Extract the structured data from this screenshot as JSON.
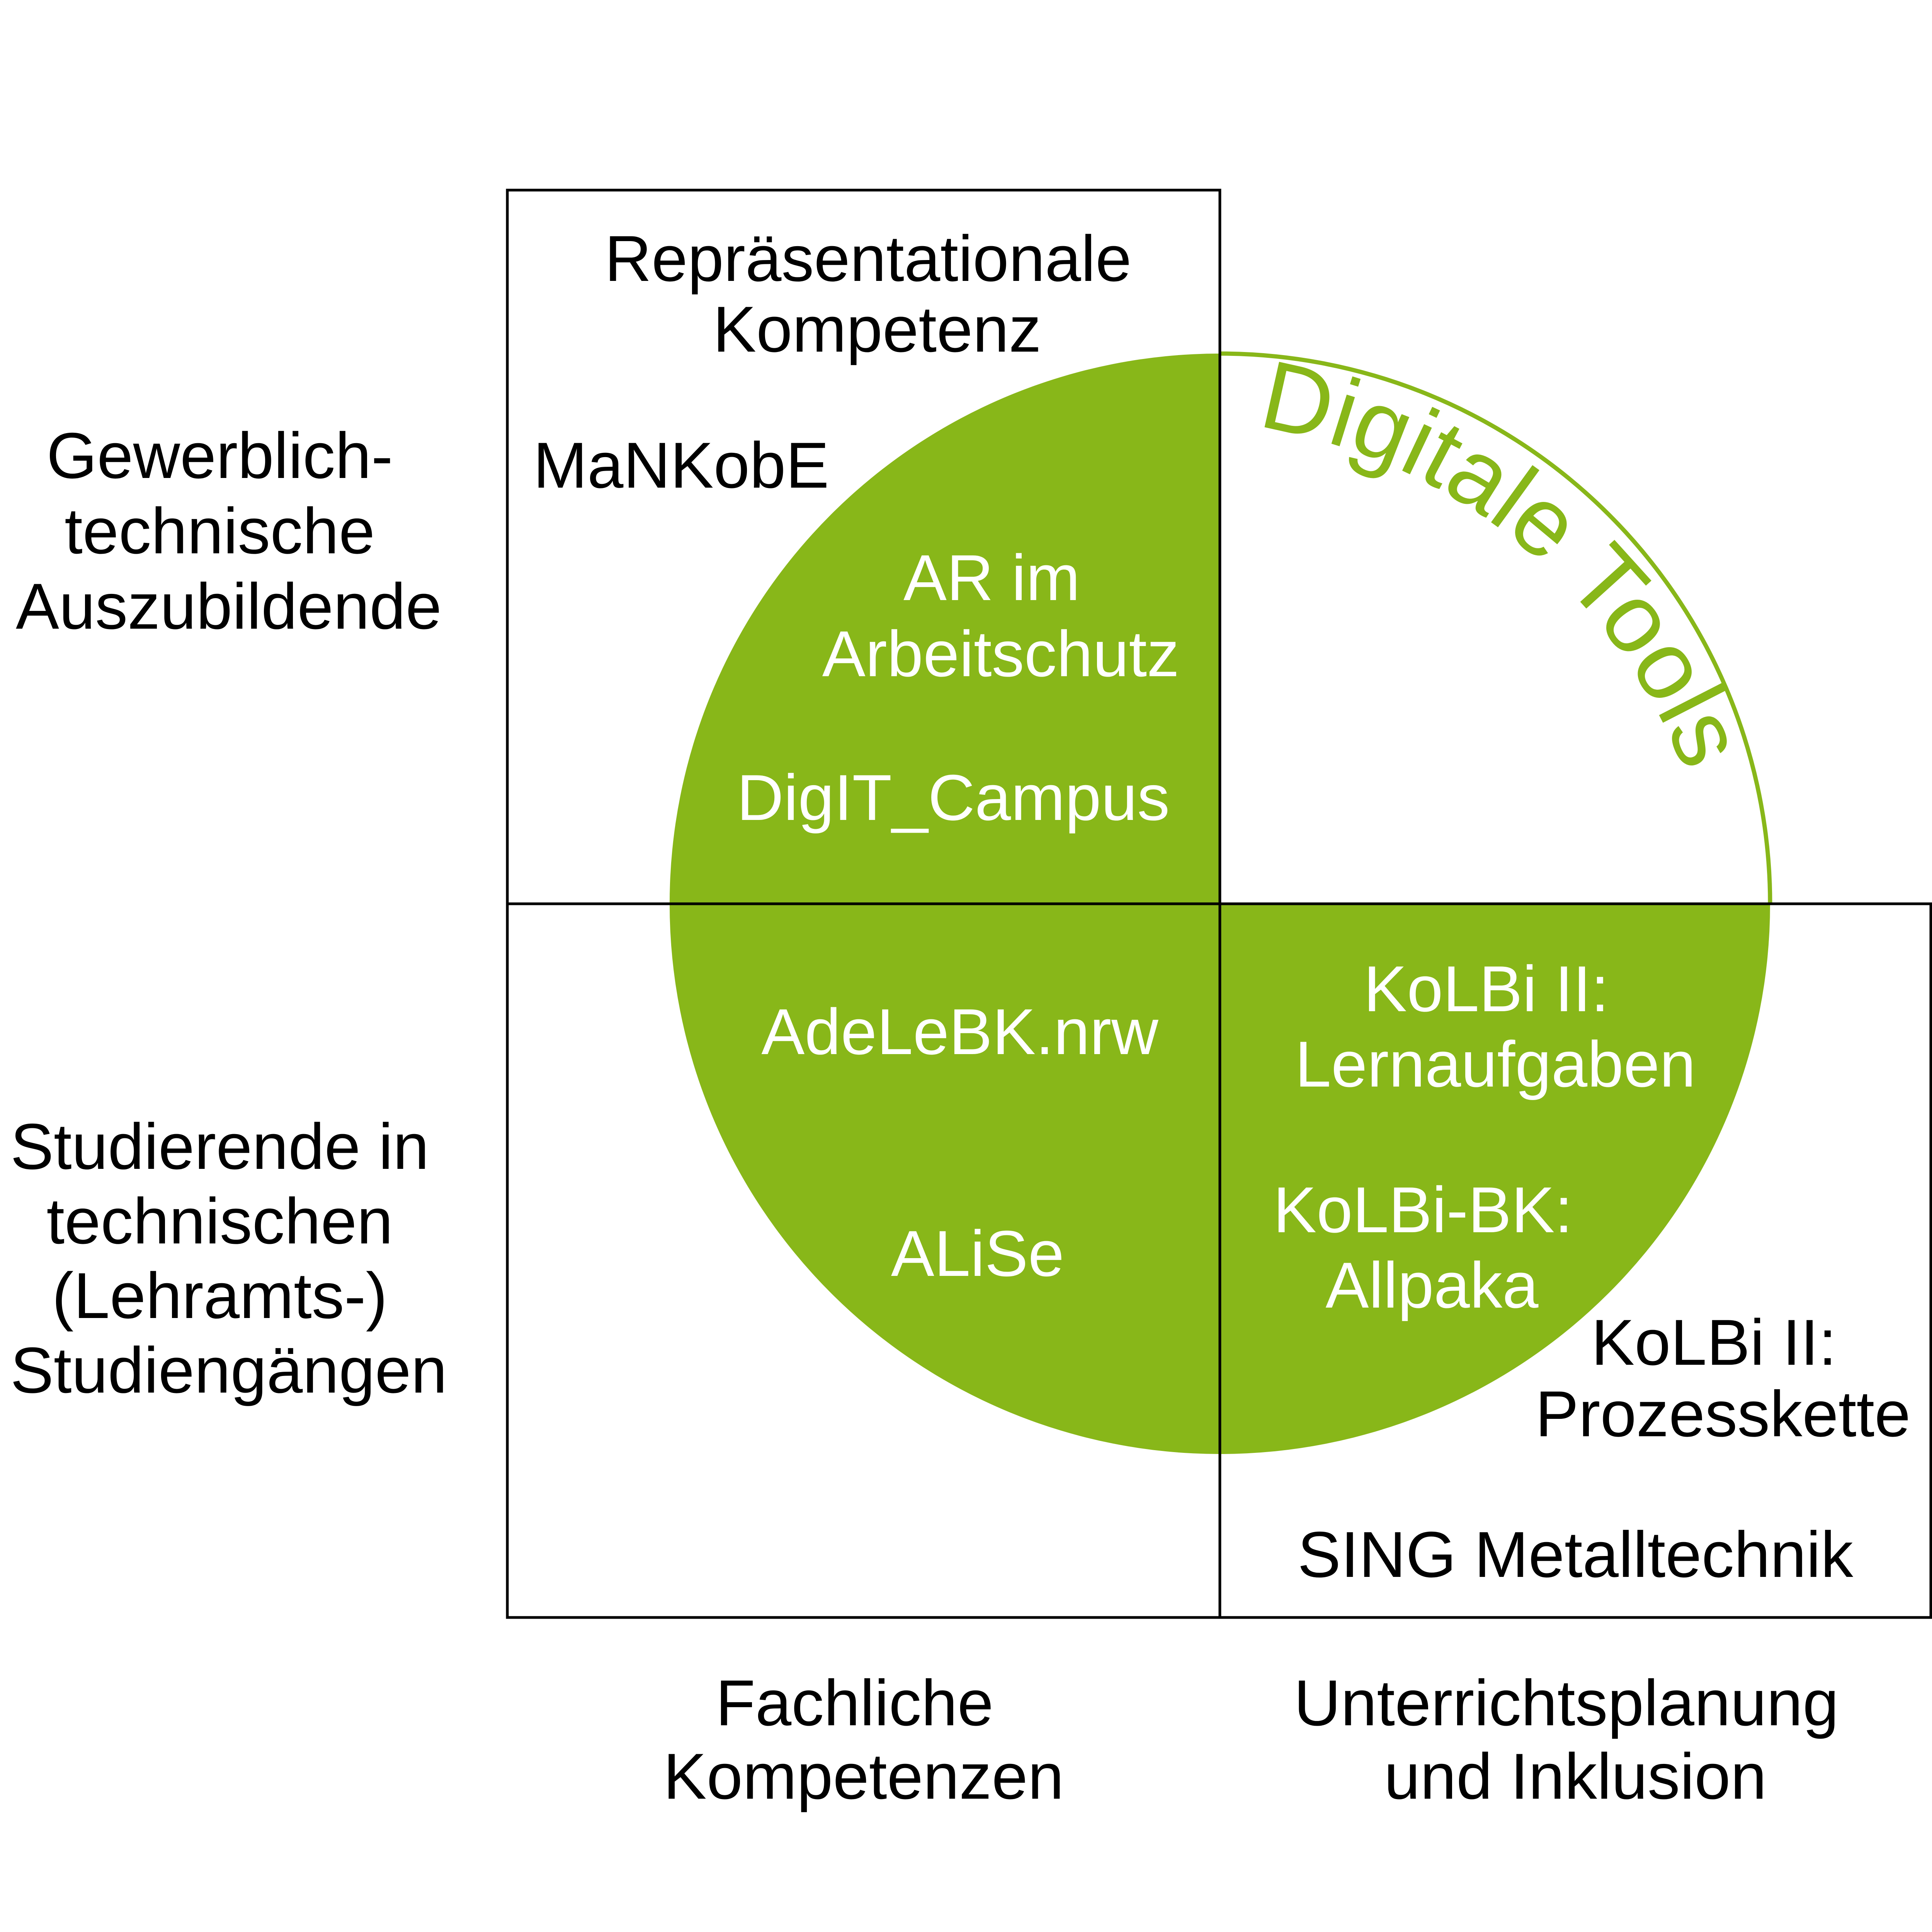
{
  "colors": {
    "accent": "#88b719",
    "line": "#000000",
    "text_dark": "#000000",
    "text_light": "#ffffff",
    "background": "#ffffff"
  },
  "arc_title": "Digitale Tools",
  "rows": {
    "top": [
      "Gewerblich-",
      "technische",
      "Auszubildende"
    ],
    "bottom": [
      "Studierende in",
      "technischen",
      "(Lehramts-)",
      "Studiengängen"
    ]
  },
  "columns": {
    "left": [
      "Fachliche",
      "Kompetenzen"
    ],
    "right": [
      "Unterrichtsplanung",
      "und Inklusion"
    ]
  },
  "quadrant_top_left": {
    "heading": [
      "Repräsentationale",
      "Kompetenz"
    ],
    "outside_circle": "MaNKobE",
    "inside_circle": {
      "item_1": [
        "AR im",
        "Arbeitschutz"
      ],
      "item_2": "DigIT_Campus"
    }
  },
  "quadrant_bottom_left": {
    "inside_circle": {
      "item_1": "AdeLeBK.nrw",
      "item_2": "ALiSe"
    }
  },
  "quadrant_bottom_right": {
    "inside_circle": {
      "item_1": [
        "KoLBi II:",
        "Lernaufgaben"
      ],
      "item_2": [
        "KoLBi-BK:",
        "Allpaka"
      ]
    },
    "outside_circle": {
      "item_1": [
        "KoLBi II:",
        "Prozesskette"
      ],
      "item_2": "SING Metalltechnik"
    }
  }
}
